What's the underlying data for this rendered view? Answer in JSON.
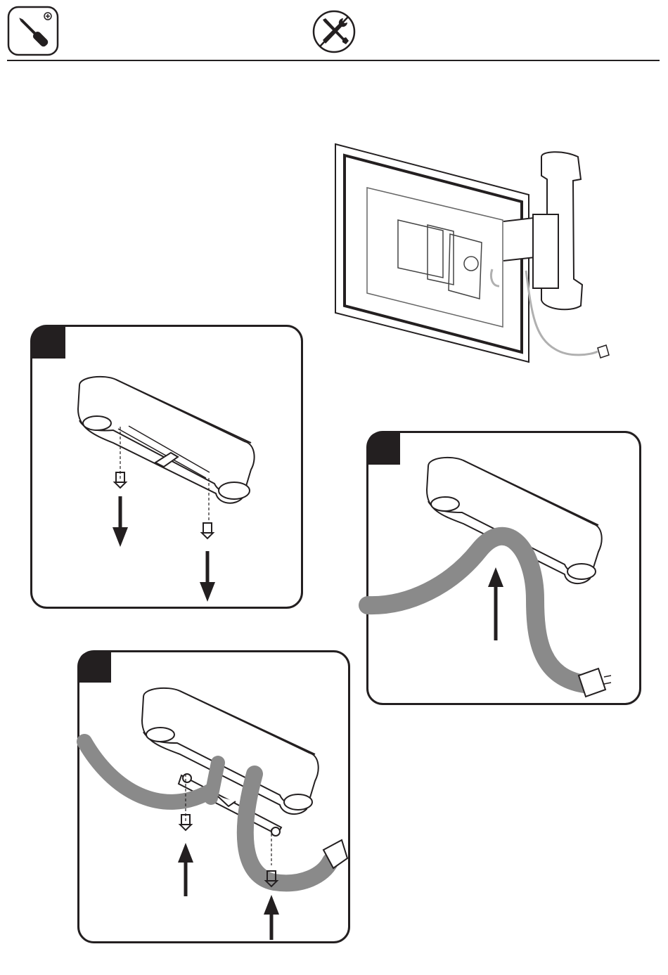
{
  "header": {
    "tool_icon": "screwdriver-icon",
    "no_tools_icon": "crossed-tools-icon"
  },
  "overview": {
    "description_icon": "tv-on-swing-arm-with-cable-icon"
  },
  "steps": [
    {
      "panel": "remove-cable-cover",
      "badge_text": "",
      "action": "screws-removed"
    },
    {
      "panel": "route-cable",
      "badge_text": "",
      "action": "cable-pushed-up"
    },
    {
      "panel": "reinstall-cable-cover",
      "badge_text": "",
      "action": "screws-inserted"
    }
  ],
  "colors": {
    "ink": "#231f20",
    "cable": "#8a8a8a",
    "cable_light": "#c8c8c8",
    "paper": "#ffffff"
  }
}
